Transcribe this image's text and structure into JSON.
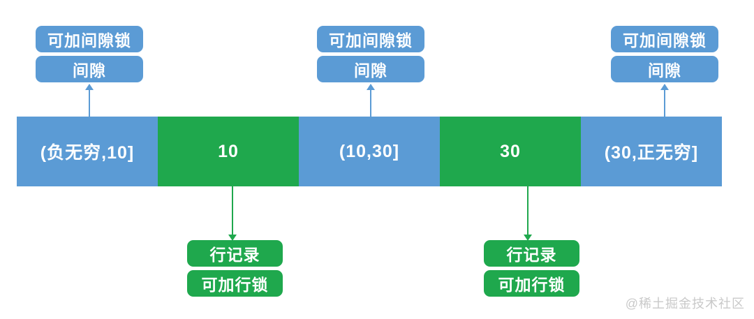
{
  "colors": {
    "blue": "#5B9BD5",
    "green": "#1FA84D",
    "watermark": "#C9C9C9"
  },
  "bar": {
    "segments": [
      {
        "label": "(负无穷,10]",
        "kind": "gap"
      },
      {
        "label": "10",
        "kind": "record"
      },
      {
        "label": "(10,30]",
        "kind": "gap"
      },
      {
        "label": "30",
        "kind": "record"
      },
      {
        "label": "(30,正无穷]",
        "kind": "gap"
      }
    ]
  },
  "gap_callouts": [
    {
      "line1": "可加间隙锁",
      "line2": "间隙"
    },
    {
      "line1": "可加间隙锁",
      "line2": "间隙"
    },
    {
      "line1": "可加间隙锁",
      "line2": "间隙"
    }
  ],
  "record_callouts": [
    {
      "line1": "行记录",
      "line2": "可加行锁"
    },
    {
      "line1": "行记录",
      "line2": "可加行锁"
    }
  ],
  "watermark": "@稀土掘金技术社区"
}
